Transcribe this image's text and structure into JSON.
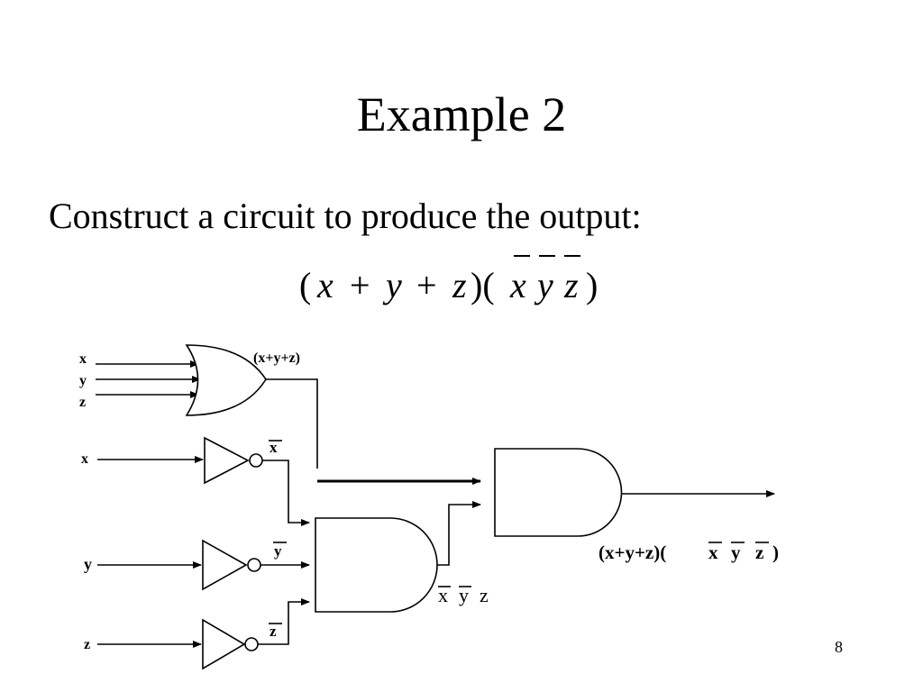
{
  "slide": {
    "title": "Example 2",
    "instruction": "Construct a circuit to produce the output:",
    "page_number": "8"
  },
  "formula": {
    "open1": "(",
    "x": "x",
    "plus1": "+",
    "y": "y",
    "plus2": "+",
    "z": "z",
    "close_open": ")(",
    "bx": "x",
    "by": "y",
    "bz": "z",
    "close2": ")"
  },
  "circuit": {
    "input_x": "x",
    "input_y": "y",
    "input_z": "z",
    "not_input_x": "x",
    "not_input_y": "y",
    "not_input_z": "z",
    "or_output": "(x+y+z)",
    "not_x_out": "x",
    "not_y_out": "y",
    "not_z_out": "z",
    "and1_out_x": "x",
    "and1_out_y": "y",
    "and1_out_z": "z",
    "final_prefix": "(x+y+z)(",
    "final_x": "x",
    "final_y": "y",
    "final_z": "z",
    "final_suffix": ")"
  }
}
